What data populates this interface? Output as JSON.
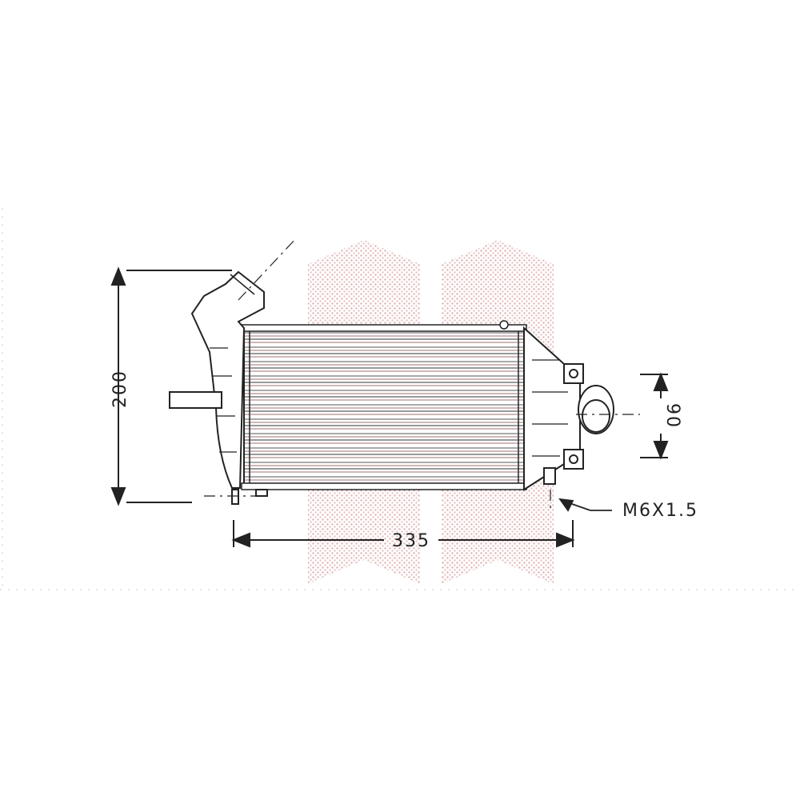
{
  "drawing": {
    "dimensions": {
      "height": "200",
      "length": "335",
      "outlet": "90"
    },
    "thread_label": "M6X1.5"
  },
  "colors": {
    "line": "#222222",
    "watermark": "#d9a6a6",
    "background": "#ffffff"
  }
}
